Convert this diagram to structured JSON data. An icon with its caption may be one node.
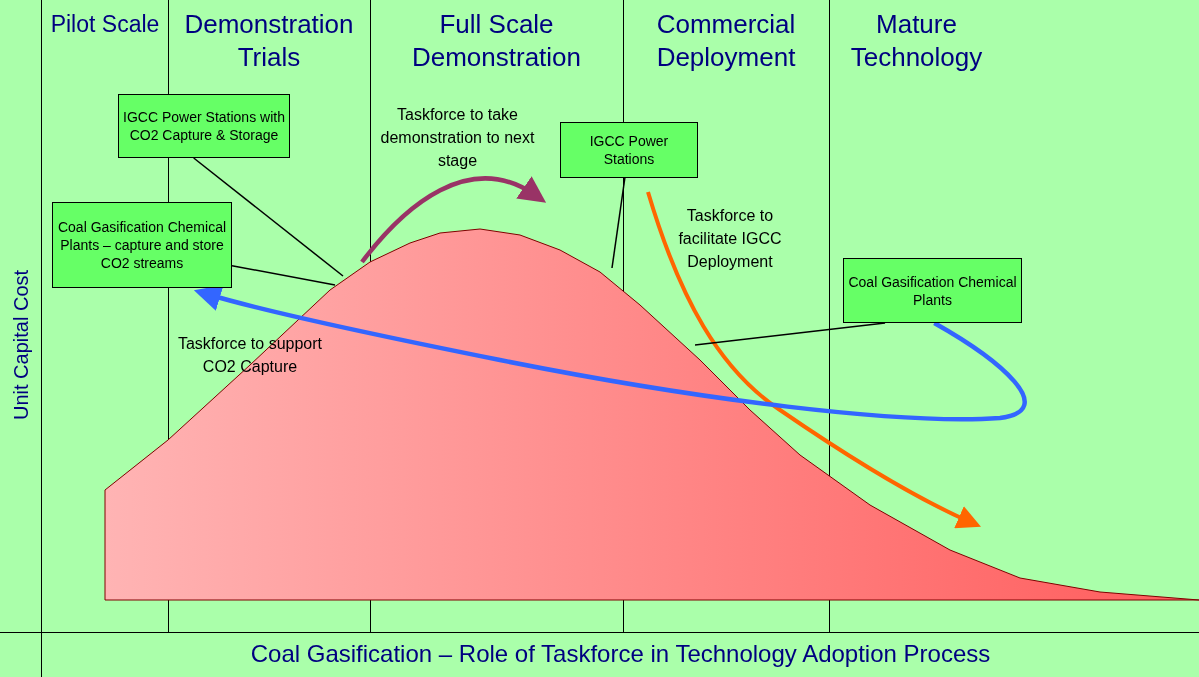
{
  "diagram": {
    "caption": "Coal Gasification – Role of Taskforce in Technology Adoption Process",
    "nodes": [
      {
        "text": [
          "IGCC Power Stations with CO2 Capture & Storage"
        ]
      },
      {
        "text": [
          "Coal Gasification Chemical Plants – capture and store CO2 streams"
        ]
      },
      {
        "text": [
          "IGCC Power Stations"
        ]
      },
      {
        "text": [
          "Coal Gasification Chemical Plants"
        ]
      }
    ],
    "edges": [
      {
        "from": 0,
        "to": null,
        "arrow": "none"
      },
      {
        "from": 1,
        "to": null,
        "arrow": "none"
      },
      {
        "from": 2,
        "to": null,
        "arrow": "none"
      },
      {
        "from": 3,
        "to": null,
        "arrow": "none"
      },
      {
        "from": 3,
        "to": 1,
        "arrow": "to",
        "label": "Taskforce to support CO2 Capture",
        "style": "thick",
        "color": "#3366ff"
      }
    ],
    "labels": [
      "Pilot Scale",
      "Demonstration Trials",
      "Full Scale Demonstration",
      "Commercial Deployment",
      "Mature Technology",
      "Taskforce to take demonstration to next stage",
      "Taskforce to facilitate IGCC Deployment",
      "Unit Capital Cost"
    ]
  }
}
